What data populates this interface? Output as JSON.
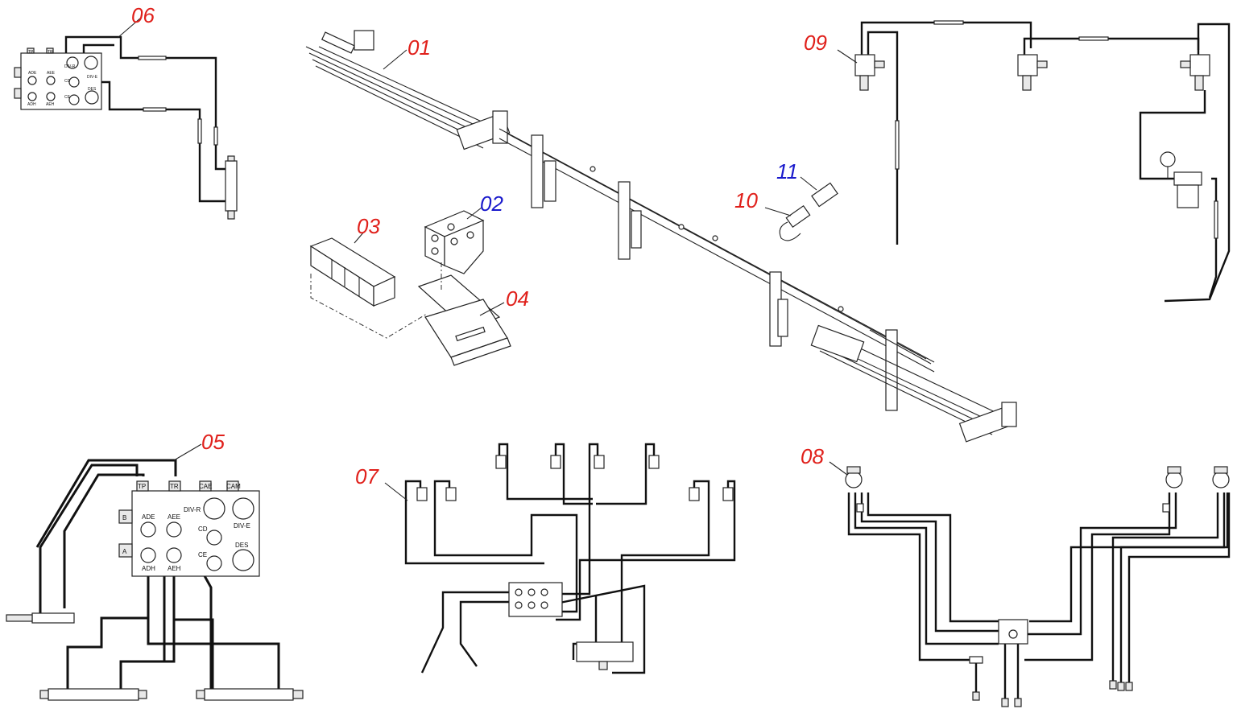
{
  "callouts": [
    {
      "id": "01",
      "color": "red"
    },
    {
      "id": "02",
      "color": "blue"
    },
    {
      "id": "03",
      "color": "red"
    },
    {
      "id": "04",
      "color": "red"
    },
    {
      "id": "05",
      "color": "red"
    },
    {
      "id": "06",
      "color": "red"
    },
    {
      "id": "07",
      "color": "red"
    },
    {
      "id": "08",
      "color": "red"
    },
    {
      "id": "09",
      "color": "red"
    },
    {
      "id": "10",
      "color": "red"
    },
    {
      "id": "11",
      "color": "blue"
    }
  ],
  "colors": {
    "red": "#e0201b",
    "blue": "#1a1acc",
    "line": "#111111"
  },
  "block_05_ports": {
    "tp": "TP",
    "tr": "TR",
    "cae": "CAE",
    "cam": "CAM",
    "b": "B",
    "a": "A",
    "ade": "ADE",
    "aee": "AEE",
    "adh": "ADH",
    "aeh": "AEH",
    "div_r": "DIV-R",
    "div_e": "DIV-E",
    "cd": "CD",
    "ce": "CE",
    "des": "DES"
  },
  "block_06_ports": {
    "tp": "TP",
    "tr": "TR",
    "ade": "ADE",
    "aee": "AEE",
    "adh": "ADH",
    "aeh": "AEH",
    "div_r": "DIV-R",
    "div_e": "DIV-E",
    "cd": "CD",
    "ce": "CE",
    "des": "DES"
  }
}
